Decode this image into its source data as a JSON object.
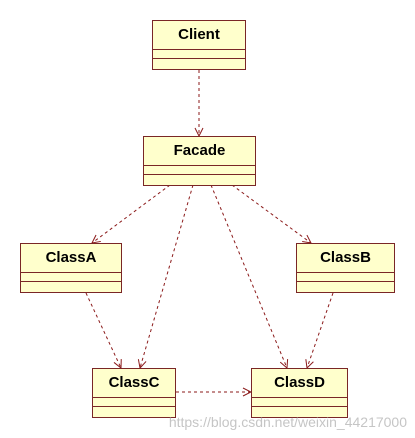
{
  "diagram": {
    "classes": [
      {
        "id": "client",
        "name": "Client"
      },
      {
        "id": "facade",
        "name": "Facade"
      },
      {
        "id": "classA",
        "name": "ClassA"
      },
      {
        "id": "classB",
        "name": "ClassB"
      },
      {
        "id": "classC",
        "name": "ClassC"
      },
      {
        "id": "classD",
        "name": "ClassD"
      }
    ],
    "dependencies": [
      {
        "from": "client",
        "to": "facade"
      },
      {
        "from": "facade",
        "to": "classA"
      },
      {
        "from": "facade",
        "to": "classB"
      },
      {
        "from": "facade",
        "to": "classC"
      },
      {
        "from": "facade",
        "to": "classD"
      },
      {
        "from": "classA",
        "to": "classC"
      },
      {
        "from": "classB",
        "to": "classD"
      },
      {
        "from": "classC",
        "to": "classD"
      }
    ],
    "line_color": "#8b1a1a",
    "box_fill": "#ffffcc"
  },
  "watermark": "https://blog.csdn.net/weixin_44217000"
}
